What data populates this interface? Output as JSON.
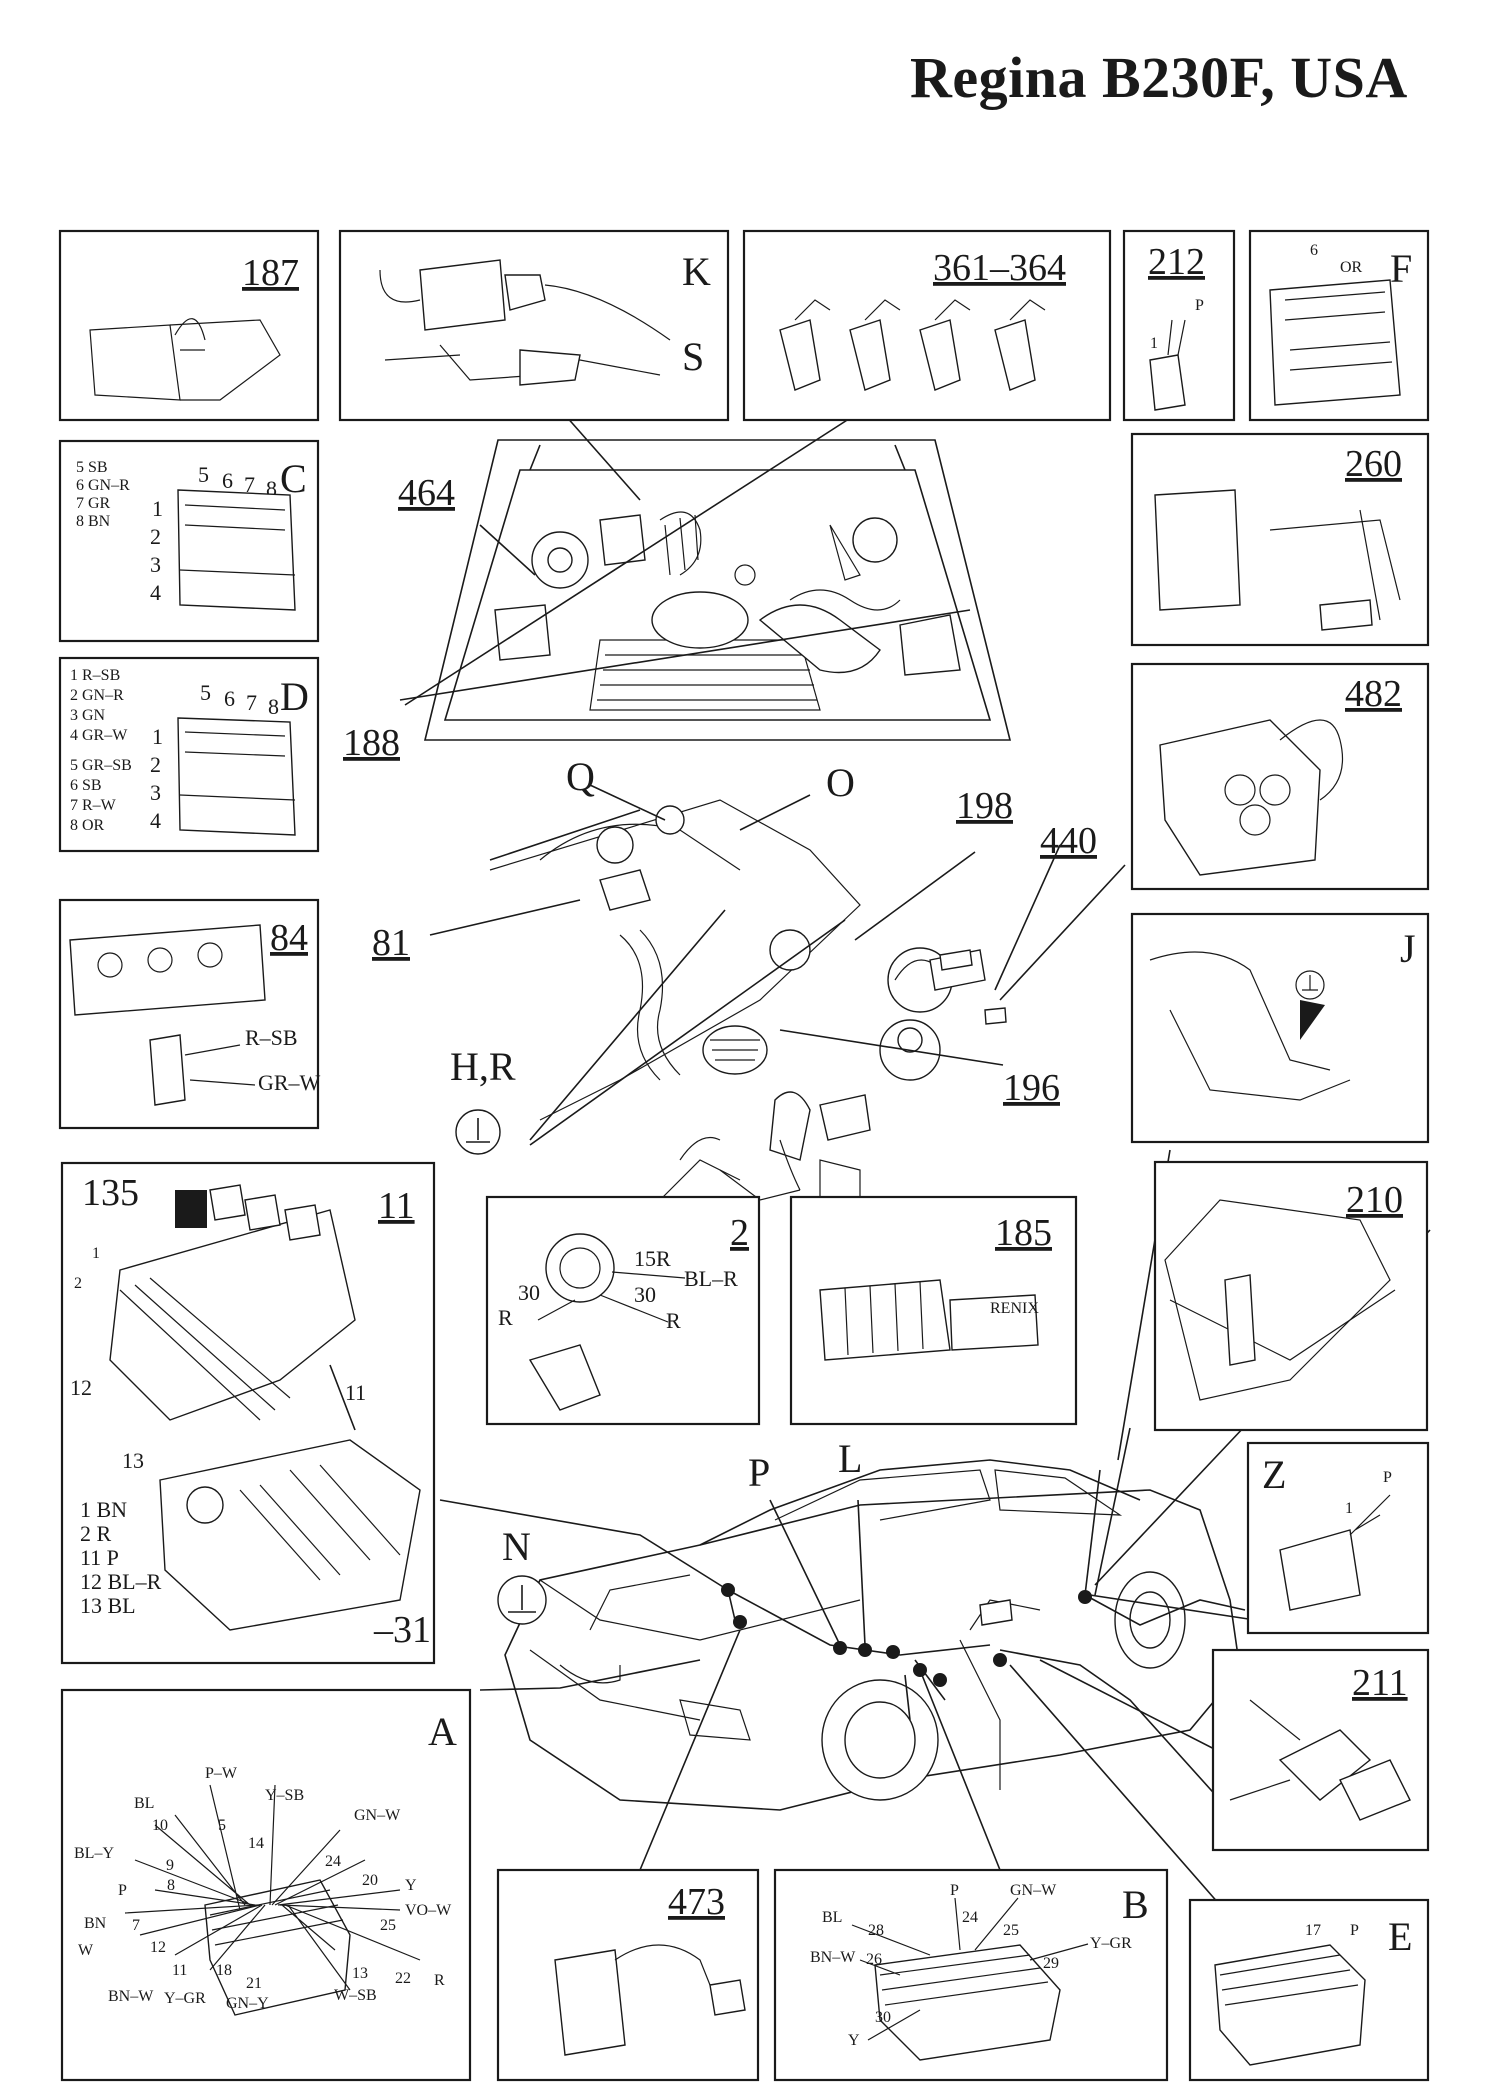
{
  "title": "Regina B230F, USA",
  "p187": {
    "num": "187"
  },
  "pK": {
    "k": "K",
    "s": "S"
  },
  "p361": {
    "num": "361–364"
  },
  "p212": {
    "num": "212",
    "p": "P",
    "one": "1"
  },
  "pF": {
    "letter": "F",
    "six": "6",
    "or": "OR"
  },
  "pC": {
    "letter": "C",
    "legend": [
      "5 SB",
      "6 GN–R",
      "7 GR",
      "8 BN"
    ],
    "pins_top": [
      "5",
      "6",
      "7",
      "8"
    ],
    "pins_side": [
      "1",
      "2",
      "3",
      "4"
    ]
  },
  "pD": {
    "letter": "D",
    "legend": [
      "1 R–SB",
      "2 GN–R",
      "3 GN",
      "4 GR–W",
      "5 GR–SB",
      "6 SB",
      "7 R–W",
      "8 OR"
    ],
    "pins_top": [
      "5",
      "6",
      "7",
      "8"
    ],
    "pins_side": [
      "1",
      "2",
      "3",
      "4"
    ]
  },
  "p260": {
    "num": "260"
  },
  "p482": {
    "num": "482"
  },
  "p84": {
    "num": "84",
    "rsb": "R–SB",
    "grw": "GR–W"
  },
  "pJ": {
    "letter": "J"
  },
  "p11": {
    "num": "11",
    "n135": "135",
    "n1": "1",
    "n2": "2",
    "n12": "12",
    "n13": "13",
    "n11": "11",
    "n31": "–31",
    "legend": [
      "1 BN",
      "2 R",
      "11 P",
      "12 BL–R",
      "13 BL"
    ]
  },
  "p2": {
    "num": "2",
    "r15": "15R",
    "blr": "BL–R",
    "a30": "30",
    "ar": "R",
    "b30": "30",
    "br": "R"
  },
  "p185": {
    "num": "185",
    "brand": "RENIX"
  },
  "p210": {
    "num": "210"
  },
  "pZ": {
    "letter": "Z",
    "p": "P",
    "one": "1"
  },
  "p211": {
    "num": "211"
  },
  "pA": {
    "letter": "A",
    "labels": {
      "pw": "P–W",
      "bl": "BL",
      "ysb": "Y–SB",
      "gnw": "GN–W",
      "n10": "10",
      "n5": "5",
      "n14": "14",
      "n24": "24",
      "bly": "BL–Y",
      "n9": "9",
      "n20": "20",
      "y": "Y",
      "p": "P",
      "n8": "8",
      "vow": "VO–W",
      "n25": "25",
      "bn": "BN",
      "n7": "7",
      "w": "W",
      "n12": "12",
      "n11": "11",
      "n18": "18",
      "n21": "21",
      "n13": "13",
      "n22": "22",
      "r": "R",
      "bnw": "BN–W",
      "ygr": "Y–GR",
      "gny": "GN–Y",
      "wsb": "W–SB"
    }
  },
  "p473": {
    "num": "473"
  },
  "pB": {
    "letter": "B",
    "labels": {
      "p": "P",
      "gnw": "GN–W",
      "bl": "BL",
      "n28": "28",
      "n24": "24",
      "n25": "25",
      "ygr": "Y–GR",
      "bnw": "BN–W",
      "n26": "26",
      "n29": "29",
      "n30": "30",
      "y": "Y"
    }
  },
  "pE": {
    "letter": "E",
    "n17": "17",
    "p": "P"
  },
  "callouts": {
    "c464": "464",
    "c188": "188",
    "c198": "198",
    "c440": "440",
    "c81": "81",
    "c196": "196",
    "q": "Q",
    "o": "O",
    "hr": "H,R",
    "n": "N",
    "p": "P",
    "l": "L"
  },
  "colors": {
    "ink": "#1a1a1a",
    "paper": "#ffffff"
  }
}
